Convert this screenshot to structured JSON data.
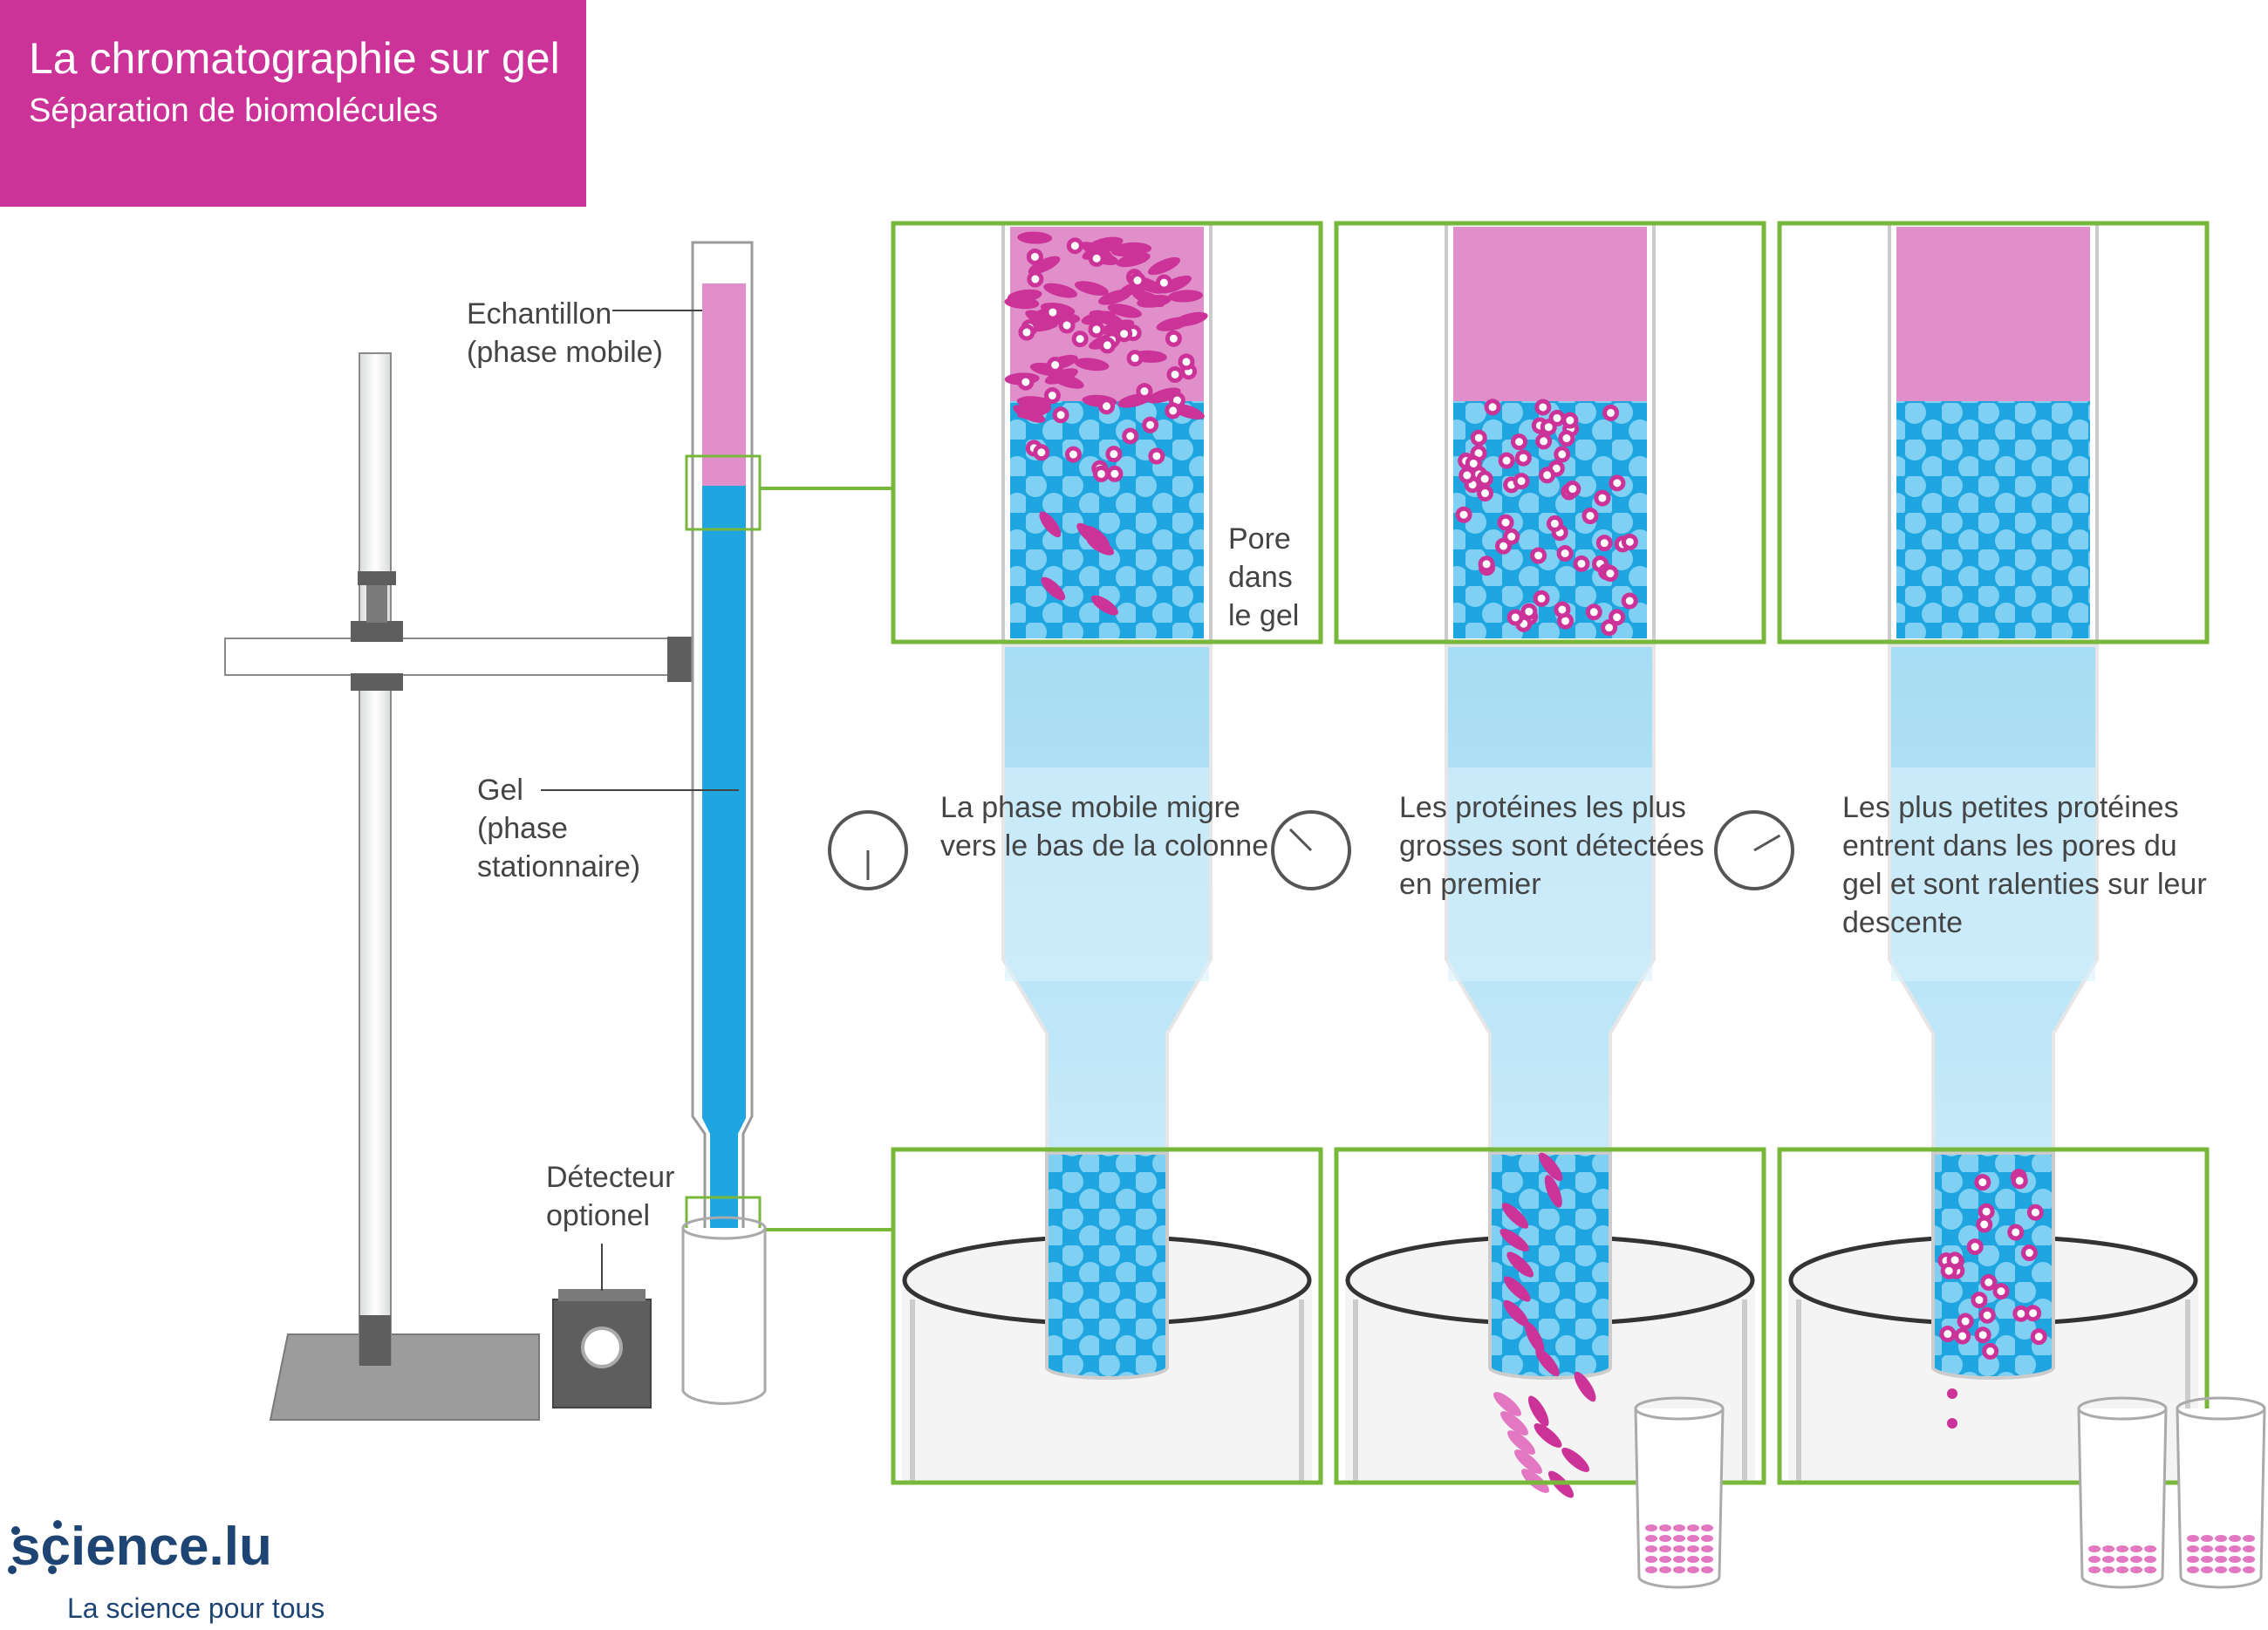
{
  "header": {
    "title": "La chromatographie sur gel",
    "subtitle": "Séparation de biomolécules"
  },
  "apparatus_labels": {
    "sample_line1": "Echantillon",
    "sample_line2": "(phase mobile)",
    "gel_line1": "Gel",
    "gel_line2": "(phase",
    "gel_line3": "stationnaire)",
    "detector_line1": "Détecteur",
    "detector_line2": "optionel"
  },
  "pore_label": {
    "line1": "Pore",
    "line2": "dans",
    "line3": "le gel"
  },
  "steps": [
    {
      "line1": "La phase mobile migre",
      "line2": "vers le bas de la colonne"
    },
    {
      "line1": "Les protéines les plus",
      "line2": "grosses sont détectées",
      "line3": "en premier"
    },
    {
      "line1": "Les plus petites protéines",
      "line2": "entrent dans les pores du",
      "line3": "gel et sont ralenties sur leur",
      "line4": "descente"
    }
  ],
  "footer": {
    "logo": "science.lu",
    "tagline": "La science pour tous"
  },
  "colors": {
    "magenta": "#cc3399",
    "sample_pink": "#e08fca",
    "gel_blue": "#1fa6e0",
    "light_blue": "#a6dcf4",
    "frame_green": "#77b83a",
    "logo_navy": "#1e4473"
  }
}
